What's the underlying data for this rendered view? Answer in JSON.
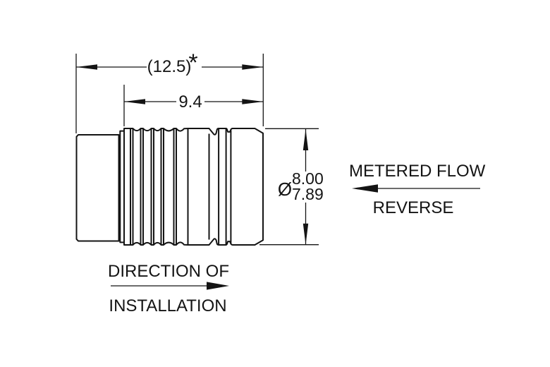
{
  "page": {
    "background": "#ffffff",
    "line_color": "#141414"
  },
  "dimensions": {
    "overall_length": "(12.5)",
    "overall_length_flag": "*",
    "body_length": "9.4",
    "diameter_symbol": "Ø",
    "diameter_upper": "8.00",
    "diameter_lower": "7.89"
  },
  "labels": {
    "metered_flow": "METERED FLOW",
    "reverse": "REVERSE",
    "direction_line1": "DIRECTION OF",
    "direction_line2": "INSTALLATION"
  }
}
